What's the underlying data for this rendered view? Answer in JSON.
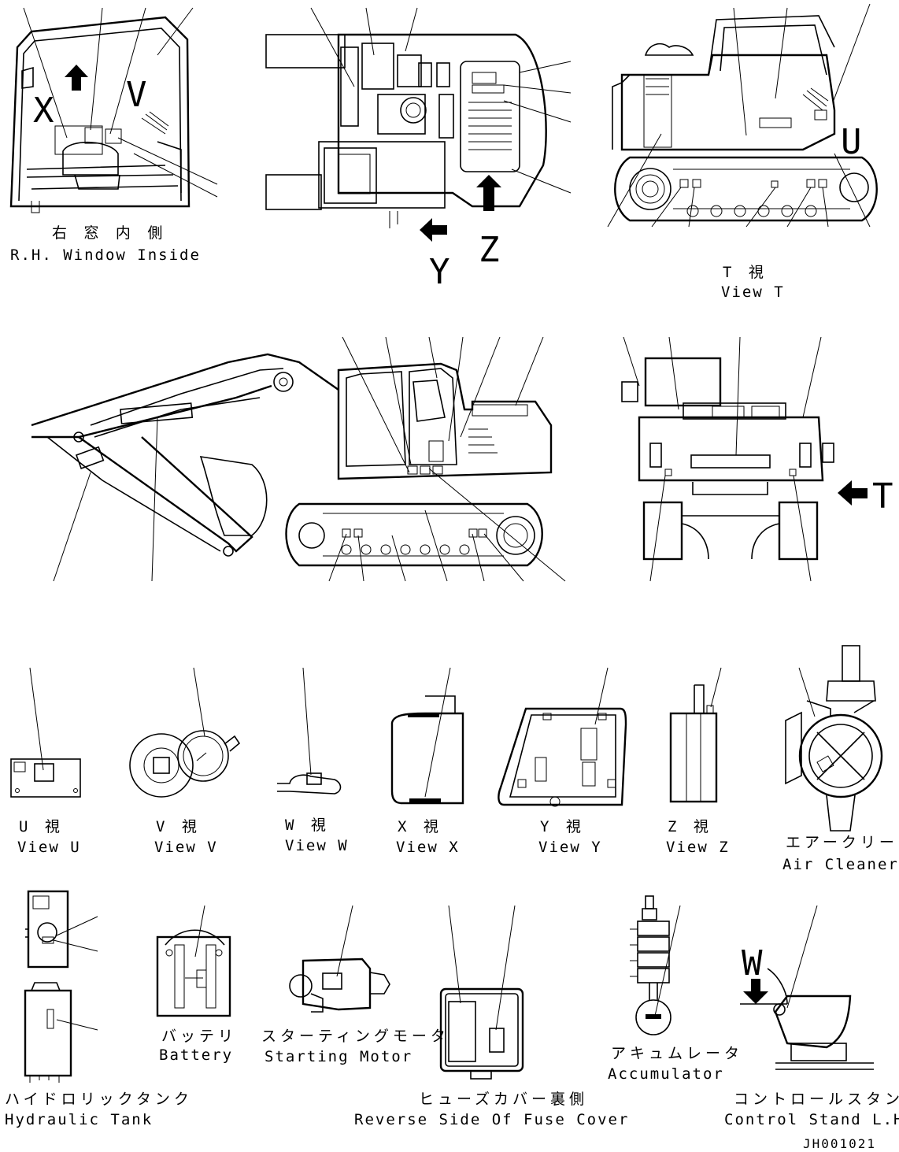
{
  "views": {
    "rh_window_inside": {
      "jp": "右 窓 内 側",
      "en": "R.H. Window Inside"
    },
    "view_t": {
      "jp": "T 視",
      "en": "View T"
    },
    "view_u": {
      "jp": "U 視",
      "en": "View U"
    },
    "view_v": {
      "jp": "V 視",
      "en": "View V"
    },
    "view_w": {
      "jp": "W 視",
      "en": "View W"
    },
    "view_x": {
      "jp": "X 視",
      "en": "View X"
    },
    "view_y": {
      "jp": "Y 視",
      "en": "View Y"
    },
    "view_z": {
      "jp": "Z 視",
      "en": "View Z"
    },
    "air_cleaner": {
      "jp": "エアークリーナ",
      "en": "Air Cleaner"
    },
    "hydraulic_tank": {
      "jp": "ハイドロリックタンク",
      "en": "Hydraulic Tank"
    },
    "battery": {
      "jp": "バッテリ",
      "en": "Battery"
    },
    "starting_motor": {
      "jp": "スターティングモータ",
      "en": "Starting Motor"
    },
    "fuse_cover": {
      "jp": "ヒューズカバー裏側",
      "en": "Reverse Side Of Fuse Cover"
    },
    "accumulator": {
      "jp": "アキュムレータ",
      "en": "Accumulator"
    },
    "control_stand": {
      "jp": "コントロールスタンド左",
      "en": "Control Stand L.H."
    }
  },
  "markers": {
    "x": "X",
    "v": "V",
    "y": "Y",
    "z": "Z",
    "t": "T",
    "u": "U",
    "w": "W"
  },
  "drawing_code": "JH001021"
}
